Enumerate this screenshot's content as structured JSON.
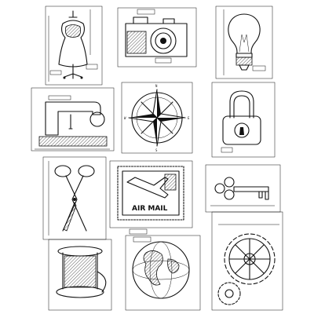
{
  "stamps": [
    {
      "id": "dress-form",
      "icon": "dress-form-icon"
    },
    {
      "id": "camera",
      "icon": "camera-icon"
    },
    {
      "id": "light-bulb",
      "icon": "light-bulb-icon"
    },
    {
      "id": "sewing-machine",
      "icon": "sewing-machine-icon"
    },
    {
      "id": "compass-rose",
      "icon": "compass-rose-icon"
    },
    {
      "id": "padlock",
      "icon": "padlock-icon"
    },
    {
      "id": "scissors",
      "icon": "scissors-icon"
    },
    {
      "id": "airmail-stamp",
      "icon": "airmail-stamp-icon",
      "text": "AIR MAIL"
    },
    {
      "id": "skeleton-key",
      "icon": "skeleton-key-icon"
    },
    {
      "id": "thread-spool",
      "icon": "thread-spool-icon"
    },
    {
      "id": "globe",
      "icon": "globe-icon"
    },
    {
      "id": "gears",
      "icon": "gears-icon"
    }
  ],
  "compass": {
    "north": "N",
    "south": "S",
    "east": "E",
    "west": "W"
  }
}
